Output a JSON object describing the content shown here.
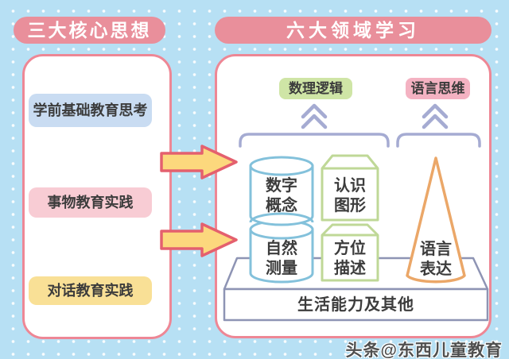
{
  "left_panel": {
    "title": "三大核心思想",
    "items": [
      {
        "label": "学前基础教育思考"
      },
      {
        "label": "事物教育实践"
      },
      {
        "label": "对话教育实践"
      }
    ]
  },
  "right_panel": {
    "title": "六大领域学习",
    "group_badges": [
      {
        "label": "数理逻辑"
      },
      {
        "label": "语言思维"
      }
    ],
    "shapes": [
      {
        "id": "cylinder-top",
        "label": "数字\n概念"
      },
      {
        "id": "box-top",
        "label": "认识\n图形"
      },
      {
        "id": "cylinder-bottom",
        "label": "自然\n测量"
      },
      {
        "id": "box-bottom",
        "label": "方位\n描述"
      },
      {
        "id": "cone",
        "label": "语言\n表达"
      }
    ],
    "platform_label": "生活能力及其他"
  },
  "watermark": "头条@东西儿童教育",
  "colors": {
    "background": "#b7e0f4",
    "header_badge": "#e98f9b",
    "card_border": "#ee8795",
    "item_blue": "#c9dcf2",
    "item_pink": "#f8ccd4",
    "item_yellow": "#f9e096",
    "badge_green": "#cfe5a6",
    "badge_pink": "#f4b2c2",
    "cylinder_stroke": "#83c1db",
    "box_stroke": "#bfd897",
    "cone_stroke": "#eba768",
    "platform_stroke": "#8e94b4",
    "bracket_chevron": "#a5abd2",
    "arrow_fill": "#fcd87d",
    "arrow_stroke": "#e4606e",
    "text_dark": "#3c3c3c"
  }
}
